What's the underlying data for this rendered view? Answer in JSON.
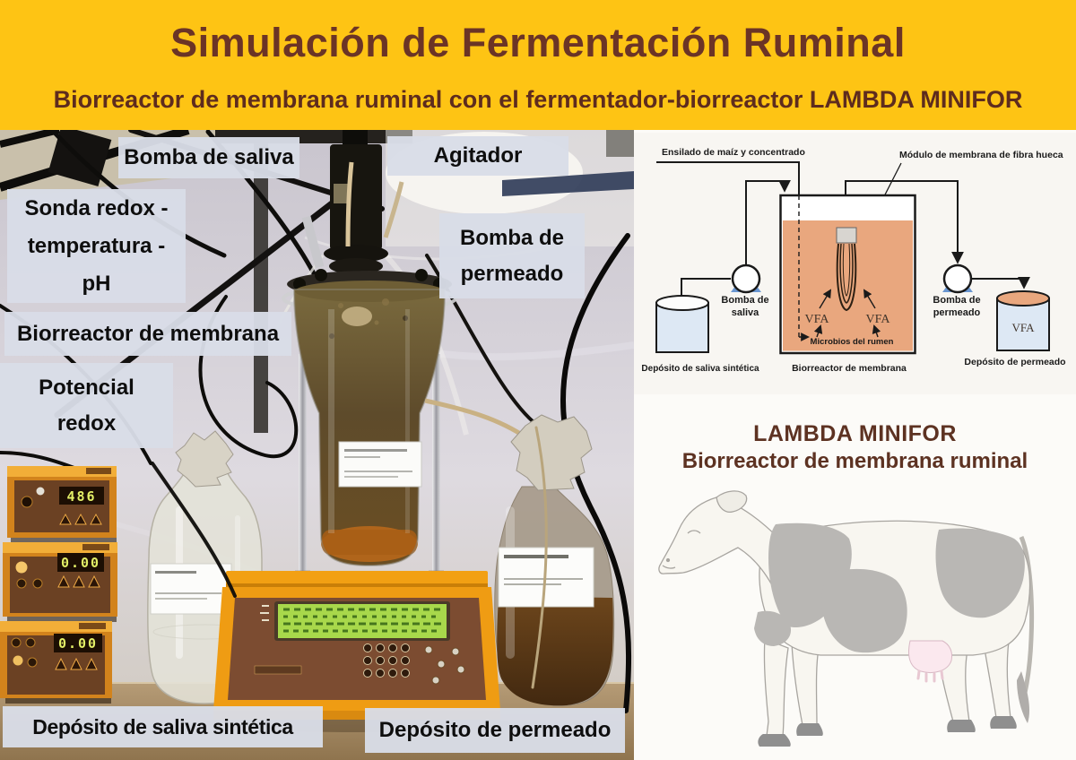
{
  "header": {
    "title": "Simulación de Fermentación Ruminal",
    "subtitle": "Biorreactor de membrana ruminal con el fermentador-biorreactor LAMBDA MINIFOR"
  },
  "photo": {
    "labels": [
      {
        "id": "bomba-saliva",
        "text": "Bomba de saliva"
      },
      {
        "id": "agitador",
        "text": "Agitador"
      },
      {
        "id": "sonda",
        "text": "Sonda redox -\ntemperatura -\npH"
      },
      {
        "id": "bomba-permeado",
        "text": "Bomba de\npermeado"
      },
      {
        "id": "biorreactor-membrana",
        "text": "Biorreactor de membrana"
      },
      {
        "id": "potencial-redox",
        "text": "Potencial\nredox"
      },
      {
        "id": "deposito-saliva",
        "text": "Depósito de saliva sintética"
      },
      {
        "id": "deposito-permeado",
        "text": "Depósito de permeado"
      }
    ],
    "instrument_displays": {
      "redox": "486",
      "pump1": "0.00",
      "pump2": "0.00"
    }
  },
  "diagram": {
    "ensilado": "Ensilado de maíz y concentrado",
    "modulo": "Módulo de membrana de fibra hueca",
    "bomba_saliva": [
      "Bomba de",
      "saliva"
    ],
    "bomba_permeado": [
      "Bomba de",
      "permeado"
    ],
    "vfa": "VFA",
    "microbios": "Microbios del rumen",
    "deposito_saliva": "Depósito de saliva sintética",
    "biorreactor": "Biorreactor de membrana",
    "deposito_permeado": "Depósito de permeado"
  },
  "caption": {
    "line1": "LAMBDA MINIFOR",
    "line2": "Biorreactor de membrana ruminal"
  },
  "colors": {
    "header_bg": "#FEC414",
    "header_text": "#6B3426",
    "label_bg": "#D8DDE7",
    "tank_orange": "#E9A77E",
    "cylinder_blue": "#DDE8F4",
    "pump_triangle": "#6B97D1",
    "caption_brown": "#5D3222",
    "controller_orange": "#D8891E",
    "lcd_green": "#A8D84B",
    "led_digits": "#E3EF67"
  }
}
